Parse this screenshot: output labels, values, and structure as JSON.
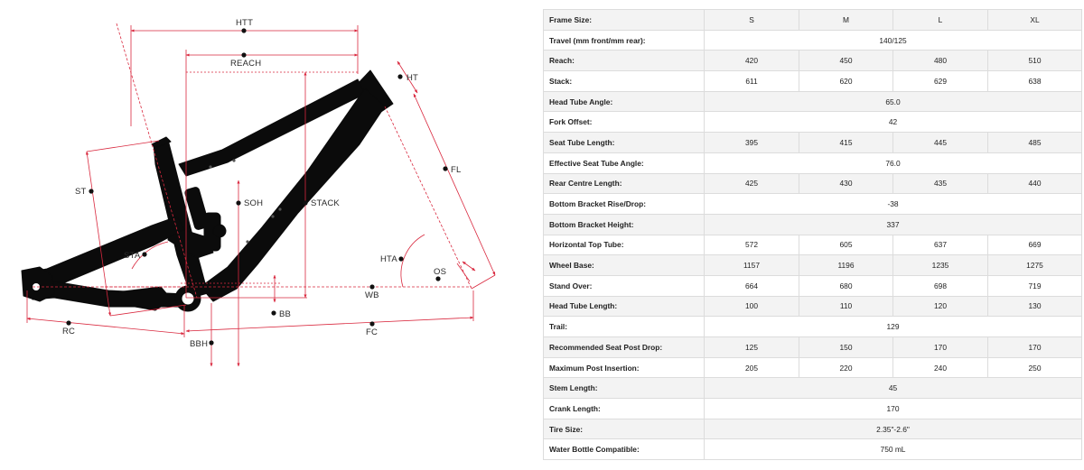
{
  "labels": {
    "htt": "HTT",
    "reach": "REACH",
    "ht": "HT",
    "fl": "FL",
    "st": "ST",
    "soh": "SOH",
    "stack": "STACK",
    "sta": "STA",
    "hta": "HTA",
    "os": "OS",
    "wb": "WB",
    "bb": "BB",
    "rc": "RC",
    "fc": "FC",
    "bbh": "BBH"
  },
  "table": {
    "header": {
      "label": "Frame Size:",
      "sizes": [
        "S",
        "M",
        "L",
        "XL"
      ]
    },
    "rows": [
      {
        "label": "Travel (mm front/mm rear):",
        "span": "140/125"
      },
      {
        "label": "Reach:",
        "values": [
          "420",
          "450",
          "480",
          "510"
        ]
      },
      {
        "label": "Stack:",
        "values": [
          "611",
          "620",
          "629",
          "638"
        ]
      },
      {
        "label": "Head Tube Angle:",
        "span": "65.0"
      },
      {
        "label": "Fork Offset:",
        "span": "42"
      },
      {
        "label": "Seat Tube Length:",
        "values": [
          "395",
          "415",
          "445",
          "485"
        ]
      },
      {
        "label": "Effective Seat Tube Angle:",
        "span": "76.0"
      },
      {
        "label": "Rear Centre Length:",
        "values": [
          "425",
          "430",
          "435",
          "440"
        ]
      },
      {
        "label": "Bottom Bracket Rise/Drop:",
        "span": "-38"
      },
      {
        "label": "Bottom Bracket Height:",
        "span": "337"
      },
      {
        "label": "Horizontal Top Tube:",
        "values": [
          "572",
          "605",
          "637",
          "669"
        ]
      },
      {
        "label": "Wheel Base:",
        "values": [
          "1157",
          "1196",
          "1235",
          "1275"
        ]
      },
      {
        "label": "Stand Over:",
        "values": [
          "664",
          "680",
          "698",
          "719"
        ]
      },
      {
        "label": "Head Tube Length:",
        "values": [
          "100",
          "110",
          "120",
          "130"
        ]
      },
      {
        "label": "Trail:",
        "span": "129"
      },
      {
        "label": "Recommended Seat Post Drop:",
        "values": [
          "125",
          "150",
          "170",
          "170"
        ]
      },
      {
        "label": "Maximum Post Insertion:",
        "values": [
          "205",
          "220",
          "240",
          "250"
        ]
      },
      {
        "label": "Stem Length:",
        "span": "45"
      },
      {
        "label": "Crank Length:",
        "span": "170"
      },
      {
        "label": "Tire Size:",
        "span": "2.35\"-2.6\""
      },
      {
        "label": "Water Bottle Compatible:",
        "span": "750 mL"
      }
    ]
  }
}
